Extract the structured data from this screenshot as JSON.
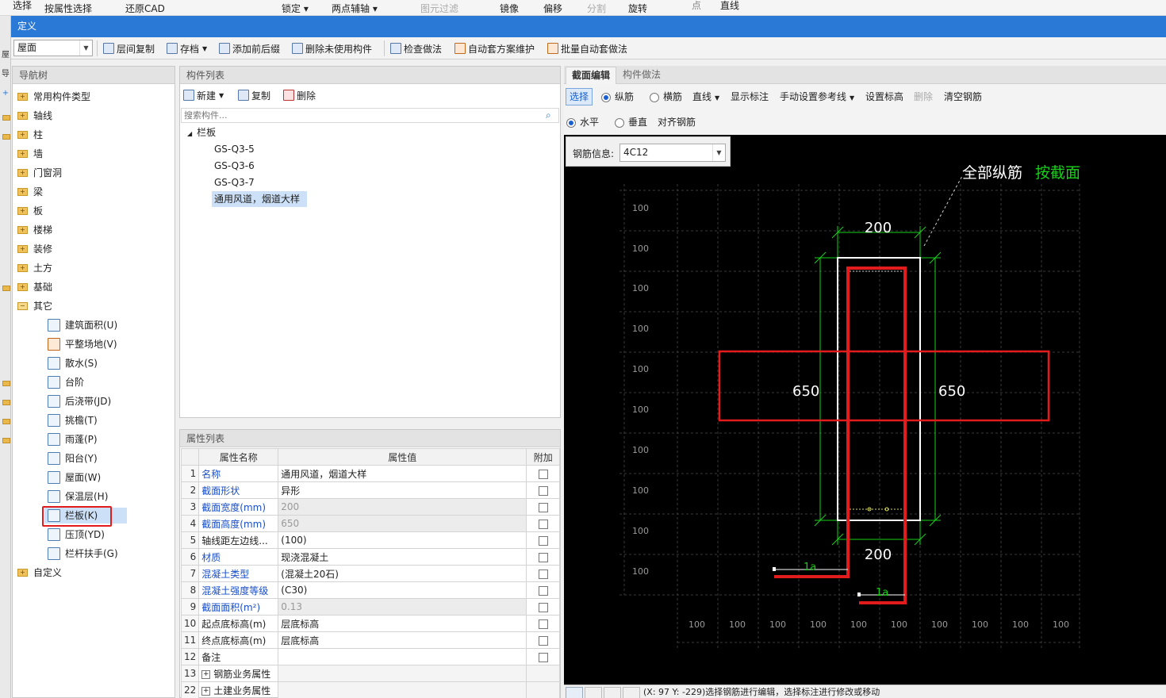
{
  "top_strip": {
    "items": [
      "选择",
      "按属性选择",
      "还原CAD",
      "锁定",
      "两点辅轴",
      "图元过滤",
      "镜像",
      "偏移",
      "分割",
      "旋转",
      "点",
      "直线"
    ]
  },
  "window": {
    "title": "定义"
  },
  "main_strip": {
    "tab_label": "屋",
    "tab_label2": "导",
    "plus": "+"
  },
  "toolbar": {
    "floor_combo": "屋面",
    "buttons": [
      "层间复制",
      "存档",
      "添加前后缀",
      "删除未使用构件",
      "检查做法",
      "自动套方案维护",
      "批量自动套做法"
    ]
  },
  "nav": {
    "title": "导航树",
    "items": [
      "常用构件类型",
      "轴线",
      "柱",
      "墙",
      "门窗洞",
      "梁",
      "板",
      "楼梯",
      "装修",
      "土方",
      "基础",
      "其它"
    ],
    "children": [
      "建筑面积(U)",
      "平整场地(V)",
      "散水(S)",
      "台阶",
      "后浇带(JD)",
      "挑檐(T)",
      "雨蓬(P)",
      "阳台(Y)",
      "屋面(W)",
      "保温层(H)",
      "栏板(K)",
      "压顶(YD)",
      "栏杆扶手(G)"
    ],
    "last": "自定义"
  },
  "component_list": {
    "title": "构件列表",
    "actions": [
      "新建",
      "复制",
      "删除"
    ],
    "search_placeholder": "搜索构件...",
    "group": "栏板",
    "items": [
      "GS-Q3-5",
      "GS-Q3-6",
      "GS-Q3-7",
      "通用风道，烟道大样"
    ]
  },
  "property_list": {
    "title": "属性列表",
    "headers": [
      "属性名称",
      "属性值",
      "附加"
    ],
    "rows": [
      {
        "n": "1",
        "name": "名称",
        "value": "通用风道，烟道大样"
      },
      {
        "n": "2",
        "name": "截面形状",
        "value": "异形"
      },
      {
        "n": "3",
        "name": "截面宽度(mm)",
        "value": "200"
      },
      {
        "n": "4",
        "name": "截面高度(mm)",
        "value": "650"
      },
      {
        "n": "5",
        "name": "轴线距左边线...",
        "value": "(100)"
      },
      {
        "n": "6",
        "name": "材质",
        "value": "现浇混凝土"
      },
      {
        "n": "7",
        "name": "混凝土类型",
        "value": "(混凝土20石)"
      },
      {
        "n": "8",
        "name": "混凝土强度等级",
        "value": "(C30)"
      },
      {
        "n": "9",
        "name": "截面面积(m²)",
        "value": "0.13"
      },
      {
        "n": "10",
        "name": "起点底标高(m)",
        "value": "层底标高"
      },
      {
        "n": "11",
        "name": "终点底标高(m)",
        "value": "层底标高"
      },
      {
        "n": "12",
        "name": "备注",
        "value": ""
      },
      {
        "n": "13",
        "name": "钢筋业务属性",
        "value": ""
      },
      {
        "n": "22",
        "name": "土建业务属性",
        "value": ""
      }
    ]
  },
  "section_editor": {
    "tabs": [
      "截面编辑",
      "构件做法"
    ],
    "toolbar1": [
      "选择",
      "纵筋",
      "横筋",
      "直线",
      "显示标注",
      "手动设置参考线",
      "设置标高",
      "删除",
      "清空钢筋"
    ],
    "toolbar2": [
      "水平",
      "垂直",
      "对齐钢筋"
    ],
    "rebar_info_label": "钢筋信息:",
    "rebar_info_value": "4C12",
    "canvas": {
      "title_white": "全部纵筋",
      "title_green": "按截面",
      "dim_top": "200",
      "dim_bottom": "200",
      "dim_left": "650",
      "dim_right": "650",
      "grid_label": "100",
      "anchor_label": "1a"
    },
    "status": "(X: 97 Y: -229)选择钢筋进行编辑，选择标注进行修改或移动"
  },
  "colors": {
    "title_bar": "#2b79d6",
    "highlight": "#e21c1c",
    "dim_green": "#18d018"
  }
}
